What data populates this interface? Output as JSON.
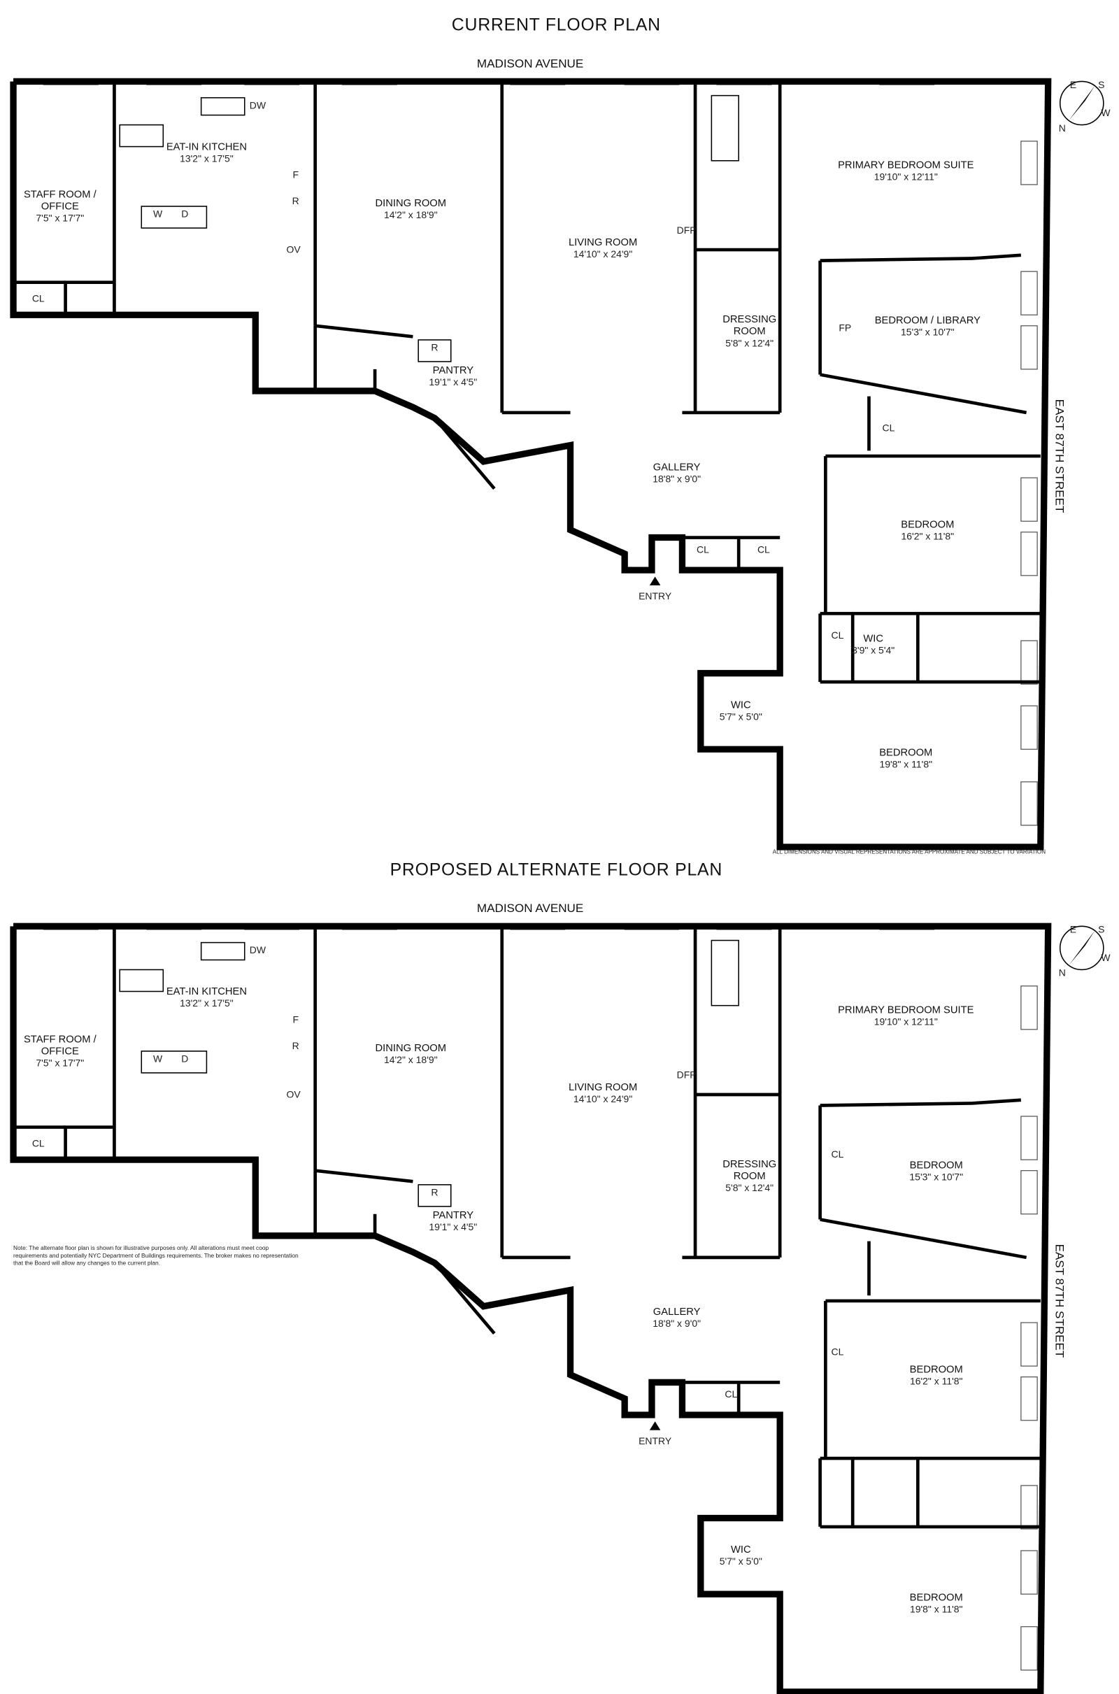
{
  "plans": [
    {
      "title": "CURRENT FLOOR PLAN",
      "street_top": "MADISON AVENUE",
      "street_side": "EAST 87TH STREET",
      "rooms": [
        {
          "name": "STAFF ROOM /",
          "name2": "OFFICE",
          "dims": "7'5\" x 17'7\""
        },
        {
          "name": "EAT-IN KITCHEN",
          "dims": "13'2\" x 17'5\""
        },
        {
          "name": "DINING ROOM",
          "dims": "14'2\" x 18'9\""
        },
        {
          "name": "LIVING ROOM",
          "dims": "14'10\" x 24'9\""
        },
        {
          "name": "PRIMARY BEDROOM SUITE",
          "dims": "19'10\" x 12'11\""
        },
        {
          "name": "BEDROOM / LIBRARY",
          "dims": "15'3\" x 10'7\""
        },
        {
          "name": "DRESSING",
          "name2": "ROOM",
          "dims": "5'8\" x 12'4\""
        },
        {
          "name": "PANTRY",
          "dims": "19'1\" x 4'5\""
        },
        {
          "name": "GALLERY",
          "dims": "18'8\" x 9'0\""
        },
        {
          "name": "BEDROOM",
          "dims": "16'2\" x 11'8\""
        },
        {
          "name": "WIC",
          "dims": "3'9\" x 5'4\""
        },
        {
          "name": "WIC",
          "dims": "5'7\" x 5'0\""
        },
        {
          "name": "BEDROOM",
          "dims": "19'8\" x 11'8\""
        }
      ],
      "labels": [
        "CL",
        "CL",
        "CL",
        "CL",
        "CL",
        "DW",
        "F",
        "R",
        "OV",
        "W",
        "D",
        "R",
        "DFP",
        "FP",
        "ENTRY"
      ],
      "disclaimer": "ALL DIMENSIONS AND VISUAL REPRESENTATIONS  ARE APPROXIMATE AND SUBJECT TO VARIATION"
    },
    {
      "title": "PROPOSED ALTERNATE FLOOR PLAN",
      "street_top": "MADISON AVENUE",
      "street_side": "EAST 87TH STREET",
      "rooms": [
        {
          "name": "STAFF ROOM /",
          "name2": "OFFICE",
          "dims": "7'5\" x 17'7\""
        },
        {
          "name": "EAT-IN KITCHEN",
          "dims": "13'2\" x 17'5\""
        },
        {
          "name": "DINING ROOM",
          "dims": "14'2\" x 18'9\""
        },
        {
          "name": "LIVING ROOM",
          "dims": "14'10\" x 24'9\""
        },
        {
          "name": "PRIMARY BEDROOM SUITE",
          "dims": "19'10\" x 12'11\""
        },
        {
          "name": "BEDROOM",
          "dims": "15'3\" x 10'7\""
        },
        {
          "name": "DRESSING",
          "name2": "ROOM",
          "dims": "5'8\" x 12'4\""
        },
        {
          "name": "PANTRY",
          "dims": "19'1\" x 4'5\""
        },
        {
          "name": "GALLERY",
          "dims": "18'8\" x 9'0\""
        },
        {
          "name": "BEDROOM",
          "dims": "16'2\" x 11'8\""
        },
        {
          "name": "WIC",
          "dims": "5'7\" x 5'0\""
        },
        {
          "name": "BEDROOM",
          "dims": "19'8\" x 11'8\""
        }
      ],
      "labels": [
        "CL",
        "CL",
        "CL",
        "CL",
        "DW",
        "F",
        "R",
        "OV",
        "W",
        "D",
        "R",
        "DFP",
        "ENTRY"
      ],
      "note": [
        "Note: The alternate floor plan is shown for illustrative purposes only.  All alterations must meet coop",
        "requirements and potentially NYC Department of Buildings requirements. The broker makes no representation",
        "that the Board will allow any changes to the current plan."
      ]
    }
  ],
  "compass": {
    "n": "N",
    "s": "S",
    "e": "E",
    "w": "W"
  }
}
